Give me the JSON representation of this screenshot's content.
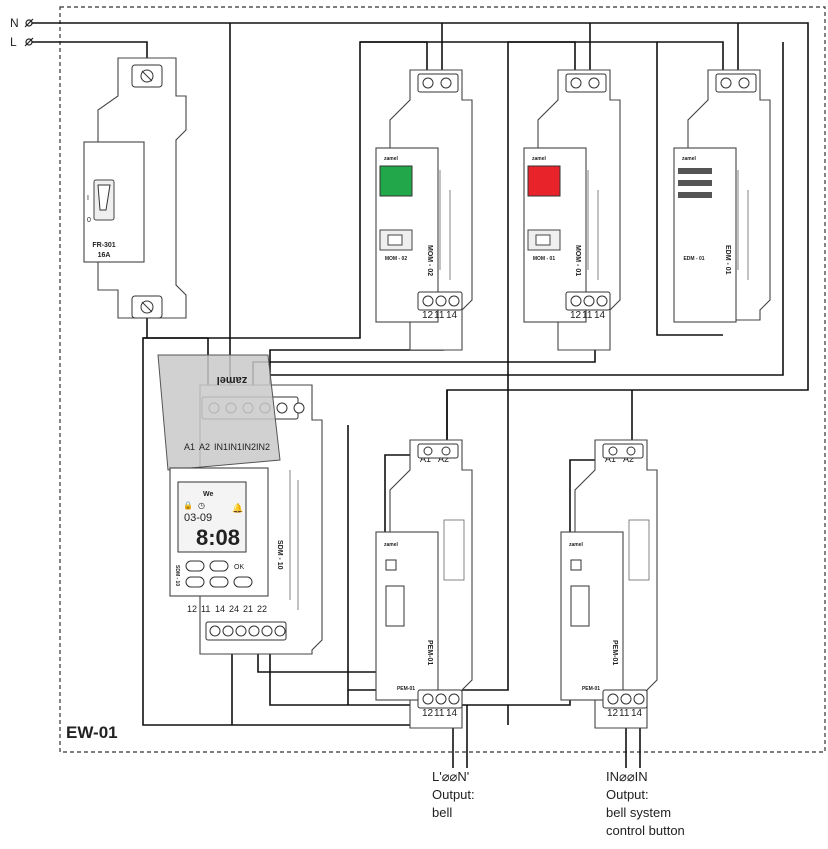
{
  "supply": {
    "neutral": "N",
    "live": "L"
  },
  "frame_label": "EW-01",
  "breaker": {
    "name": "FR-301",
    "rating": "16A",
    "on": "I",
    "off": "0"
  },
  "brand": "zamel",
  "timer": {
    "terminals_top": [
      "A1",
      "A2",
      "IN1",
      "IN1",
      "IN2",
      "IN2"
    ],
    "terminals_bottom": [
      "12",
      "11",
      "14",
      "24",
      "21",
      "22"
    ],
    "day": "We",
    "date": "03-09",
    "time": "8:08",
    "ok": "OK",
    "name": "SDM - 10"
  },
  "modules": [
    {
      "name": "MOM - 02",
      "side": "MOM - 02",
      "lamp": "#22a84a",
      "terminals": [
        "12",
        "11",
        "14"
      ]
    },
    {
      "name": "MOM - 01",
      "side": "MOM - 01",
      "lamp": "#e8232a",
      "terminals": [
        "12",
        "11",
        "14"
      ]
    },
    {
      "name": "EDM - 01",
      "side": "EDM - 01"
    }
  ],
  "relays": [
    {
      "name": "PEM-01",
      "side": "PEM-01",
      "top": [
        "A1",
        "A2"
      ],
      "bottom": [
        "12",
        "11",
        "14"
      ]
    },
    {
      "name": "PEM-01",
      "side": "PEM-01",
      "top": [
        "A1",
        "A2"
      ],
      "bottom": [
        "12",
        "11",
        "14"
      ]
    }
  ],
  "outputs": [
    {
      "pins": "L'⌀⌀N'",
      "line1": "Output:",
      "line2": "bell",
      "line3": ""
    },
    {
      "pins": "IN⌀⌀IN",
      "line1": "Output:",
      "line2": "bell system",
      "line3": "control button"
    }
  ],
  "colors": {
    "lamp_green": "#22a84a",
    "lamp_red": "#e8232a",
    "wire": "#111111"
  }
}
